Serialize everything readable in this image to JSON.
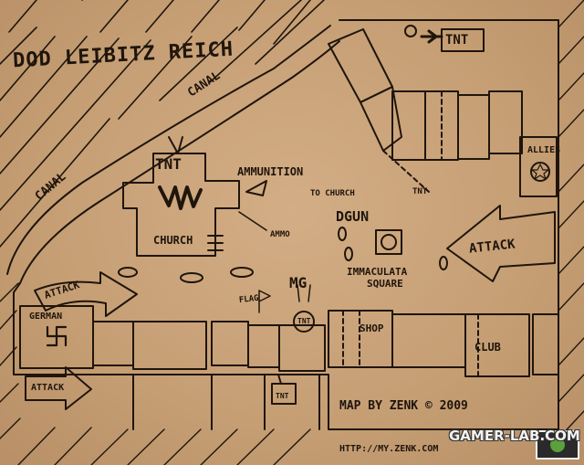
{
  "map": {
    "title": "DOD LEIBITZ REICH",
    "labels": {
      "canal_top": "CANAL",
      "canal_left": "CANAL",
      "tnt_top": "TNT",
      "tnt_church": "TNT",
      "ammunition": "AMMUNITION",
      "to_church": "TO CHURCH",
      "tnt_small": "TNT",
      "church": "CHURCH",
      "ammo_small": "AMMO",
      "dgun": "DGUN",
      "immaculata": "IMMACULATA",
      "square": "SQUARE",
      "allies": "ALLIES",
      "attack_right": "ATTACK",
      "attack_left": "ATTACK",
      "german": "GERMAN",
      "flag": "FLAG",
      "mg": "MG",
      "tnt_circle": "TNT",
      "shop": "SHOP",
      "club": "CLUB",
      "attack_bottom_left": "ATTACK",
      "tnt_bottom": "TNT"
    },
    "credit": "MAP BY ZENK © 2009",
    "url": "HTTP://MY.ZENK.COM"
  },
  "watermark": "GAMER-LAB.COM",
  "colors": {
    "paper": "#c9a27a",
    "ink": "#1f150c"
  },
  "icons": [
    "swastika-icon",
    "star-icon",
    "dgun-icon",
    "arrow-icon",
    "tank-icon"
  ]
}
